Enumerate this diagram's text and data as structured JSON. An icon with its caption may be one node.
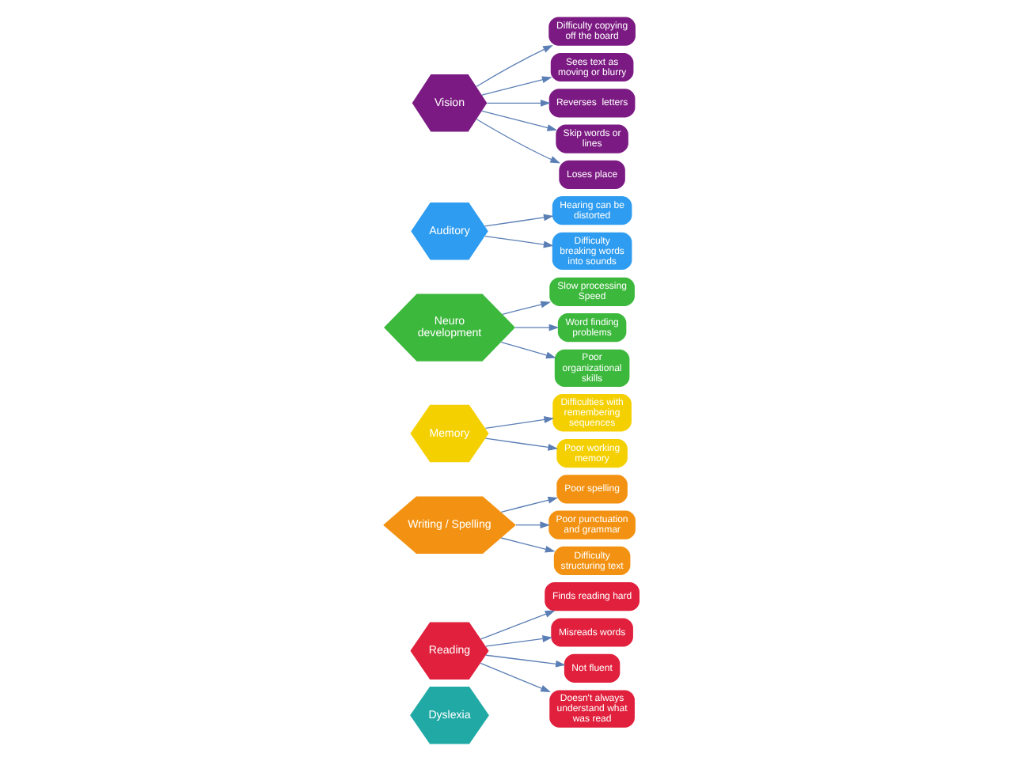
{
  "diagram": {
    "nodes": [
      {
        "text": [
          "Dyslexia"
        ]
      },
      {
        "text": [
          "Reading"
        ]
      },
      {
        "text": [
          "Writing / Spelling"
        ]
      },
      {
        "text": [
          "Memory"
        ]
      },
      {
        "text": [
          "Neuro",
          "development"
        ]
      },
      {
        "text": [
          "Auditory"
        ]
      },
      {
        "text": [
          "Vision"
        ]
      },
      {
        "text": [
          "Finds reading hard"
        ]
      },
      {
        "text": [
          "Misreads words"
        ]
      },
      {
        "text": [
          "Not fluent"
        ]
      },
      {
        "text": [
          "Doesn't always understand what was read"
        ]
      },
      {
        "text": [
          "Poor spelling"
        ]
      },
      {
        "text": [
          "Poor punctuation and grammar"
        ]
      },
      {
        "text": [
          "Difficulty structuring text"
        ]
      },
      {
        "text": [
          "Difficulties with remembering sequences"
        ]
      },
      {
        "text": [
          "Poor working memory"
        ]
      },
      {
        "text": [
          "Slow processing Speed"
        ]
      },
      {
        "text": [
          "Word finding problems"
        ]
      },
      {
        "text": [
          "Poor organizational skills"
        ]
      },
      {
        "text": [
          "Hearing can be distorted"
        ]
      },
      {
        "text": [
          "Difficulty breaking words into sounds"
        ]
      },
      {
        "text": [
          "Difficulty copying off the board"
        ]
      },
      {
        "text": [
          "Sees text as moving or blurry"
        ]
      },
      {
        "text": [
          "Reverses  letters"
        ]
      },
      {
        "text": [
          "Skip words or lines"
        ]
      },
      {
        "text": [
          "Loses place"
        ]
      }
    ],
    "edges": [
      {
        "from": 1,
        "to": 7,
        "arrow": "to"
      },
      {
        "from": 1,
        "to": 8,
        "arrow": "to"
      },
      {
        "from": 1,
        "to": 9,
        "arrow": "to"
      },
      {
        "from": 1,
        "to": 10,
        "arrow": "to"
      },
      {
        "from": 2,
        "to": 11,
        "arrow": "to"
      },
      {
        "from": 2,
        "to": 12,
        "arrow": "to"
      },
      {
        "from": 2,
        "to": 13,
        "arrow": "to"
      },
      {
        "from": 3,
        "to": 14,
        "arrow": "to"
      },
      {
        "from": 3,
        "to": 15,
        "arrow": "to"
      },
      {
        "from": 4,
        "to": 16,
        "arrow": "to"
      },
      {
        "from": 4,
        "to": 17,
        "arrow": "to"
      },
      {
        "from": 4,
        "to": 18,
        "arrow": "to"
      },
      {
        "from": 5,
        "to": 19,
        "arrow": "to"
      },
      {
        "from": 5,
        "to": 20,
        "arrow": "to"
      },
      {
        "from": 6,
        "to": 21,
        "arrow": "to"
      },
      {
        "from": 6,
        "to": 22,
        "arrow": "to"
      },
      {
        "from": 6,
        "to": 23,
        "arrow": "to"
      },
      {
        "from": 6,
        "to": 24,
        "arrow": "to"
      },
      {
        "from": 6,
        "to": 25,
        "arrow": "to"
      }
    ]
  }
}
